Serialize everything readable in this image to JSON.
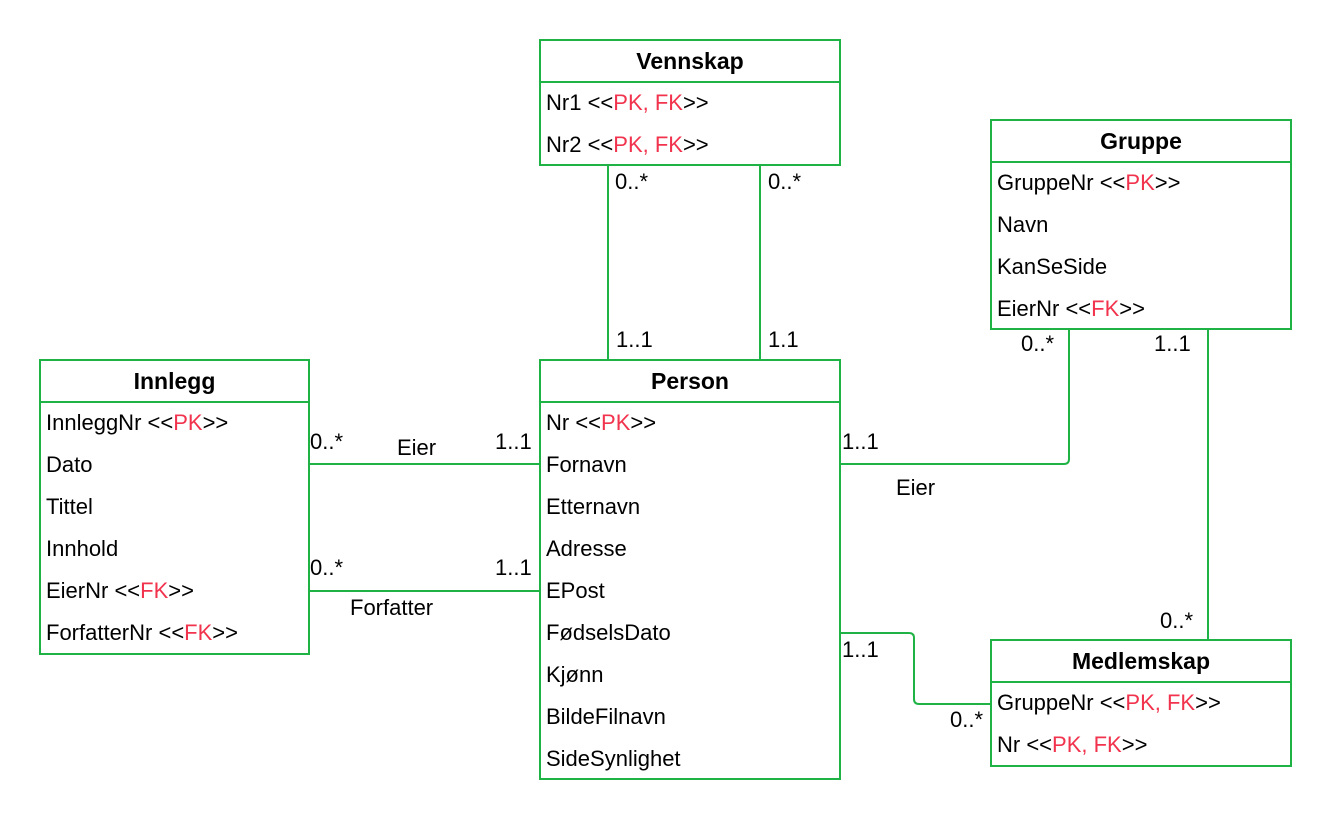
{
  "colors": {
    "line": "#1fb345",
    "key": "#f2334d",
    "text": "#000000"
  },
  "entities": {
    "vennskap": {
      "title": "Vennskap",
      "attrs": [
        {
          "name": "Nr1",
          "pre": " <<",
          "key": "PK, FK",
          "post": ">>"
        },
        {
          "name": "Nr2",
          "pre": " <<",
          "key": "PK, FK",
          "post": ">>"
        }
      ]
    },
    "gruppe": {
      "title": "Gruppe",
      "attrs": [
        {
          "name": "GruppeNr",
          "pre": " <<",
          "key": "PK",
          "post": ">>"
        },
        {
          "name": "Navn"
        },
        {
          "name": "KanSeSide"
        },
        {
          "name": "EierNr",
          "pre": " <<",
          "key": "FK",
          "post": ">>"
        }
      ]
    },
    "innlegg": {
      "title": "Innlegg",
      "attrs": [
        {
          "name": "InnleggNr",
          "pre": " <<",
          "key": "PK",
          "post": ">>"
        },
        {
          "name": "Dato"
        },
        {
          "name": "Tittel"
        },
        {
          "name": "Innhold"
        },
        {
          "name": "EierNr",
          "pre": " <<",
          "key": "FK",
          "post": ">>"
        },
        {
          "name": "ForfatterNr",
          "pre": " <<",
          "key": "FK",
          "post": ">>"
        }
      ]
    },
    "person": {
      "title": "Person",
      "attrs": [
        {
          "name": "Nr",
          "pre": " <<",
          "key": "PK",
          "post": ">>"
        },
        {
          "name": "Fornavn"
        },
        {
          "name": "Etternavn"
        },
        {
          "name": "Adresse"
        },
        {
          "name": "EPost"
        },
        {
          "name": "FødselsDato"
        },
        {
          "name": "Kjønn"
        },
        {
          "name": "BildeFilnavn"
        },
        {
          "name": "SideSynlighet"
        }
      ]
    },
    "medlemskap": {
      "title": "Medlemskap",
      "attrs": [
        {
          "name": "GruppeNr",
          "pre": " <<",
          "key": "PK, FK",
          "post": ">>"
        },
        {
          "name": "Nr",
          "pre": " <<",
          "key": "PK, FK",
          "post": ">>"
        }
      ]
    }
  },
  "relationships": {
    "vennskap_person_left": {
      "from_mult": "0..*",
      "to_mult": "1..1"
    },
    "vennskap_person_right": {
      "from_mult": "0..*",
      "to_mult": "1.1"
    },
    "innlegg_eier": {
      "label": "Eier",
      "innlegg_mult": "0..*",
      "person_mult": "1..1"
    },
    "innlegg_forfatter": {
      "label": "Forfatter",
      "innlegg_mult": "0..*",
      "person_mult": "1..1"
    },
    "gruppe_eier": {
      "label": "Eier",
      "person_mult": "1..1",
      "gruppe_mult": "0..*"
    },
    "gruppe_medlemskap": {
      "gruppe_mult": "1..1",
      "medlemskap_mult": "0..*"
    },
    "person_medlemskap": {
      "person_mult": "1..1",
      "medlemskap_mult": "0..*"
    }
  }
}
